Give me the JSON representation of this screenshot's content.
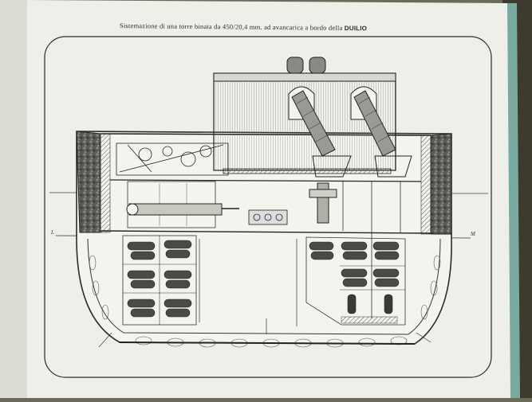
{
  "caption": {
    "main": "Sistemazione di una torre binata da 450/20,4 mm. ad avancarica a bordo della",
    "ship": "DUILIO"
  },
  "waterline": {
    "left": "L",
    "right": "M"
  },
  "colors": {
    "paper": "#efefea",
    "ink": "#2b2b2b",
    "background": "#6e6a5a",
    "cover_edge": "#7aa9a0"
  }
}
